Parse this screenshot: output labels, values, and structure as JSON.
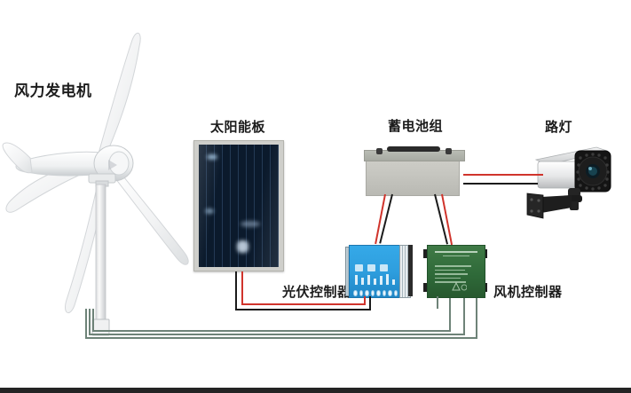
{
  "diagram": {
    "title": "wind-solar hybrid power system",
    "background_color": "#ffffff",
    "bottom_bar_color": "#242424"
  },
  "labels": {
    "wind_turbine": "风力发电机",
    "solar_panel": "太阳能板",
    "battery_bank": "蓄电池组",
    "street_lamp": "路灯",
    "pv_controller": "光伏控制器",
    "wind_controller": "风机控制器"
  },
  "components": {
    "wind_turbine": {
      "name": "风力发电机",
      "blades": 3,
      "color": "#ffffff",
      "output_wires": 3,
      "wire_color": "#6e8378"
    },
    "solar_panel": {
      "name": "太阳能板",
      "frame_color": "#cfcfcb",
      "cell_color": "#0a1626",
      "output_wires": [
        "红线",
        "黑线"
      ]
    },
    "battery_bank": {
      "name": "蓄电池组",
      "body_color": "#c6c6c0",
      "handle_color": "#2a2a2a",
      "terminals": 2
    },
    "pv_controller": {
      "name": "光伏控制器",
      "color": "#2e9ede",
      "indicator_icons": [
        "lamp-icon",
        "battery-icon",
        "panel-icon"
      ],
      "terminal_count": 8
    },
    "wind_controller": {
      "name": "风机控制器",
      "color": "#2f6a39",
      "input_terminals": 3,
      "output_terminals": 2
    },
    "street_lamp": {
      "name": "路灯",
      "device_type": "ir-camera",
      "housing_color": "#e8e8e8",
      "front_color": "#1a1a1a"
    }
  },
  "wires": [
    {
      "from": "wind_turbine",
      "to": "wind_controller",
      "color": "#6e8378",
      "count": 3
    },
    {
      "from": "solar_panel",
      "to": "pv_controller",
      "color": "#d0342c",
      "count": 2
    },
    {
      "from": "pv_controller",
      "to": "battery_bank",
      "color": "#d0342c",
      "count": 2
    },
    {
      "from": "wind_controller",
      "to": "battery_bank",
      "color": "#d0342c",
      "count": 2
    },
    {
      "from": "battery_bank",
      "to": "street_lamp",
      "color": "#d0342c",
      "count": 2
    }
  ]
}
